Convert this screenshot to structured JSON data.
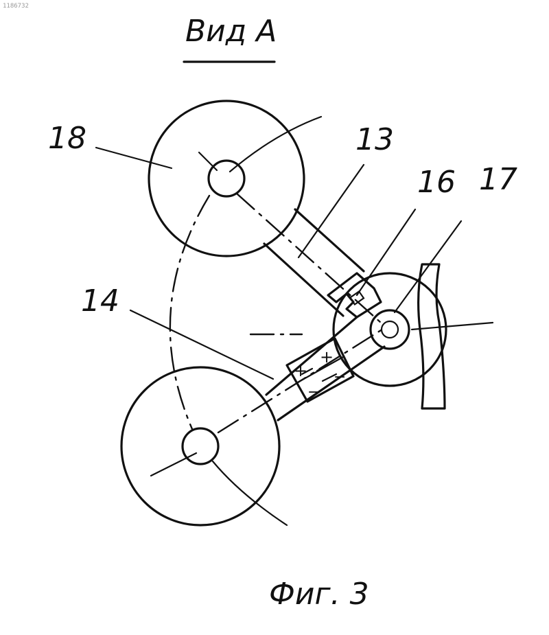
{
  "header": {
    "title": "Вид А",
    "doc_number": "1186732"
  },
  "labels": {
    "part_18": "18",
    "part_13": "13",
    "part_16": "16",
    "part_17": "17",
    "part_14": "14"
  },
  "caption": "Фиг. 3"
}
